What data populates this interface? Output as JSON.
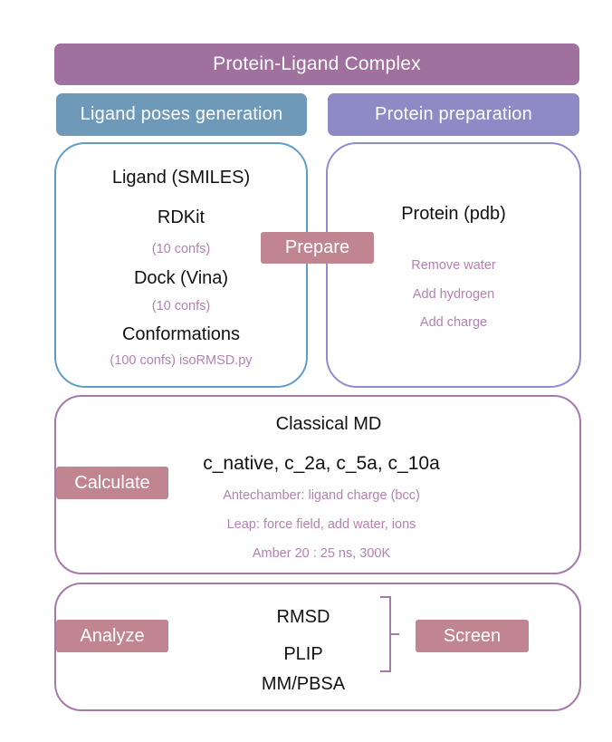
{
  "header": {
    "title": "Protein-Ligand Complex",
    "ligand_section": "Ligand poses generation",
    "protein_section": "Protein preparation"
  },
  "ligand": {
    "smiles": "Ligand (SMILES)",
    "rdkit": "RDKit",
    "rdkit_confs": "(10 confs)",
    "dock": "Dock (Vina)",
    "dock_confs": "(10 confs)",
    "conformations": "Conformations",
    "total_confs": "(100 confs)  isoRMSD.py"
  },
  "protein": {
    "pdb": "Protein (pdb)",
    "steps": [
      "Remove water",
      "Add hydrogen",
      "Add charge"
    ]
  },
  "prepare_label": "Prepare",
  "md": {
    "title": "Classical MD",
    "systems": "c_native, c_2a, c_5a, c_10a",
    "steps": [
      "Antechamber: ligand charge (bcc)",
      "Leap: force field, add water, ions",
      "Amber 20 : 25 ns, 300K"
    ],
    "label": "Calculate"
  },
  "analysis": {
    "label": "Analyze",
    "methods": [
      "RMSD",
      "PLIP",
      "MM/PBSA"
    ],
    "screen_label": "Screen"
  }
}
